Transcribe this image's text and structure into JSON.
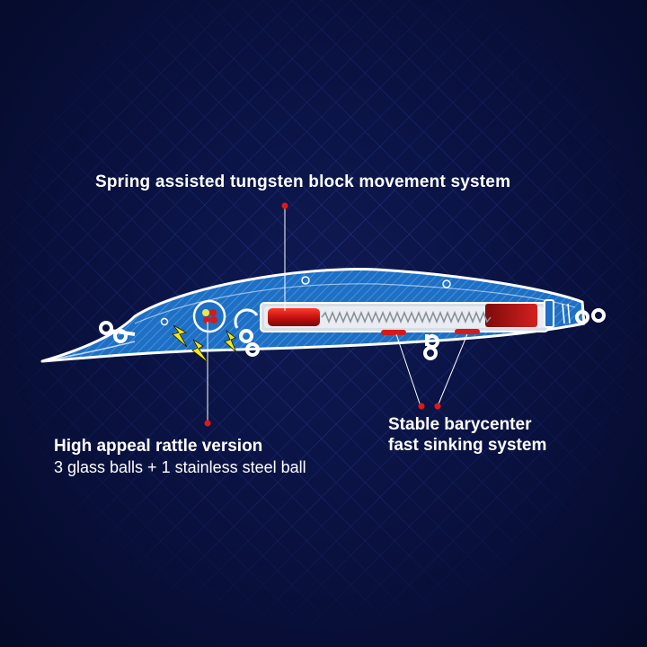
{
  "labels": {
    "movement_system": "Spring assisted tungsten block movement system",
    "rattle_title": "High appeal rattle version",
    "rattle_detail": "3 glass balls + 1 stainless steel ball",
    "barycenter_line1": "Stable barycenter",
    "barycenter_line2": "fast sinking system"
  },
  "colors": {
    "background": "#0a1242",
    "lure_body": "#1f6fc4",
    "outline": "#ffffff",
    "tungsten_block": "#c01010",
    "callout_dot": "#e01818",
    "spark": "#f4e81a"
  }
}
